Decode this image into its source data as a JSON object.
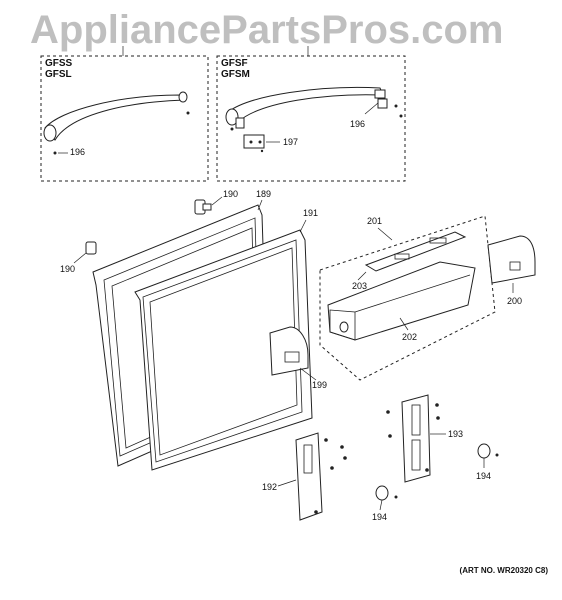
{
  "watermark": "AppliancePartsPros.com",
  "art_number": "(ART NO. WR20320 C8)",
  "model_groups": [
    {
      "models": [
        "GFSS",
        "GFSL"
      ]
    },
    {
      "models": [
        "GFSF",
        "GFSM"
      ]
    }
  ],
  "callouts": {
    "handle_left_screw": "196",
    "handle_right_screw": "196",
    "handle_bracket": "197",
    "door_screw_top": "190",
    "door_screw_left": "190",
    "door": "189",
    "gasket": "191",
    "bin_assembly": "201",
    "bin_cover": "203",
    "bin": "202",
    "bin_end_cap": "200",
    "bin_side_cap": "199",
    "hinge_right": "193",
    "hinge_left": "192",
    "stop_right": "194",
    "stop_left": "194"
  }
}
